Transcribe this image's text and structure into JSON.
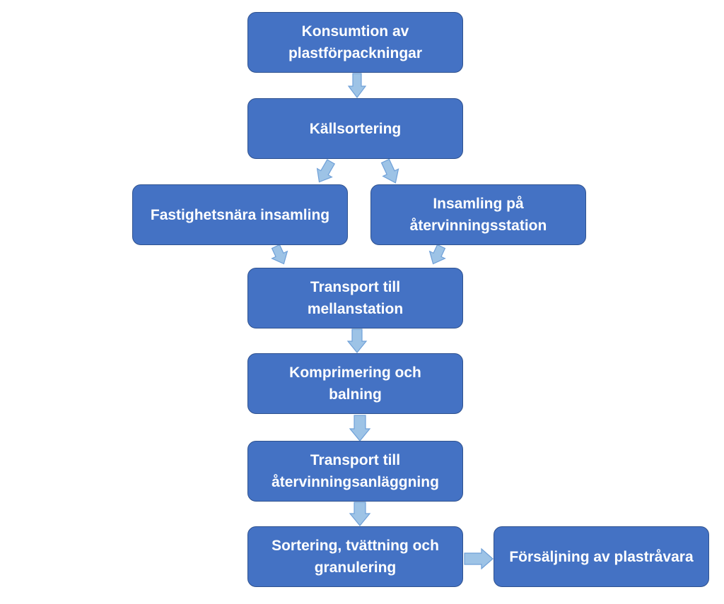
{
  "diagram": {
    "nodes": [
      {
        "id": "n1",
        "label": "Konsumtion av\nplastförpackningar"
      },
      {
        "id": "n2",
        "label": "Källsortering"
      },
      {
        "id": "n3",
        "label": "Fastighetsnära insamling"
      },
      {
        "id": "n4",
        "label": "Insamling på\nåtervinningsstation"
      },
      {
        "id": "n5",
        "label": "Transport till\nmellanstation"
      },
      {
        "id": "n6",
        "label": "Komprimering och\nbalning"
      },
      {
        "id": "n7",
        "label": "Transport till\nåtervinningsanläggning"
      },
      {
        "id": "n8",
        "label": "Sortering, tvättning och\ngranulering"
      },
      {
        "id": "n9",
        "label": "Försäljning av plastråvara"
      }
    ],
    "edges": [
      {
        "from": "n1",
        "to": "n2"
      },
      {
        "from": "n2",
        "to": "n3"
      },
      {
        "from": "n2",
        "to": "n4"
      },
      {
        "from": "n3",
        "to": "n5"
      },
      {
        "from": "n4",
        "to": "n5"
      },
      {
        "from": "n5",
        "to": "n6"
      },
      {
        "from": "n6",
        "to": "n7"
      },
      {
        "from": "n7",
        "to": "n8"
      },
      {
        "from": "n8",
        "to": "n9"
      }
    ],
    "colors": {
      "node_fill": "#4472c4",
      "node_border": "#2f528f",
      "node_text": "#ffffff",
      "arrow_fill": "#9dc3e6",
      "arrow_stroke": "#6fa0d8"
    }
  }
}
